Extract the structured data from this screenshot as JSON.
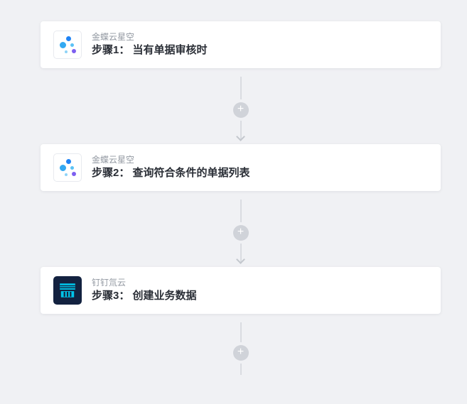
{
  "flow": {
    "steps": [
      {
        "vendor": "金蝶云星空",
        "title": "步骤1： 当有单据审核时",
        "icon": "kingdee-galaxy-icon"
      },
      {
        "vendor": "金蝶云星空",
        "title": "步骤2： 查询符合条件的单据列表",
        "icon": "kingdee-galaxy-icon"
      },
      {
        "vendor": "钉钉氚云",
        "title": "步骤3： 创建业务数据",
        "icon": "h3yun-icon"
      }
    ],
    "add_step_label": "+",
    "colors": {
      "background": "#f0f1f4",
      "card": "#ffffff",
      "vendor_text": "#9298a1",
      "title_text": "#2a2e36",
      "connector_line": "#d9dce1",
      "plus_button": "#d0d3d9",
      "kingdee_blue": "#1f83f5",
      "kingdee_purple": "#7d5ff0",
      "h3yun_navy": "#132240",
      "h3yun_cyan": "#00c3e8"
    }
  }
}
